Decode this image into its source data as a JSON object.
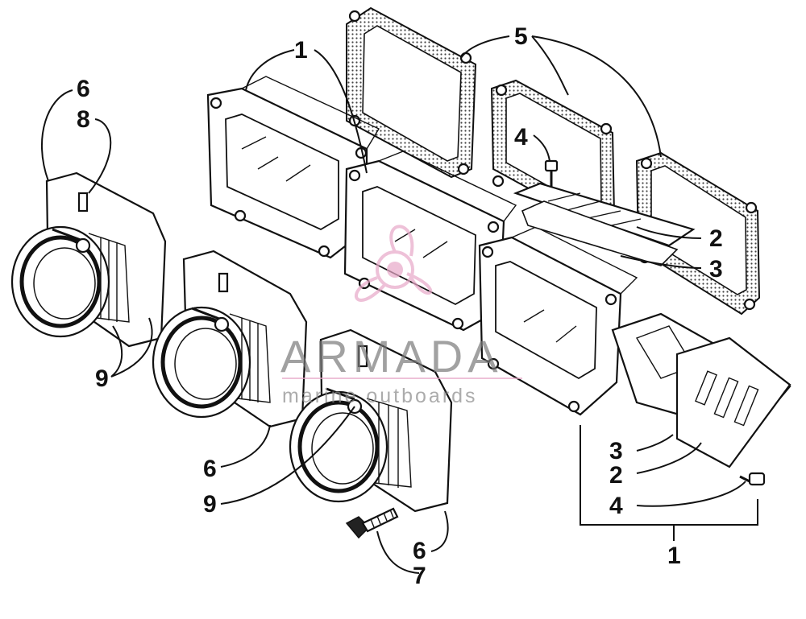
{
  "watermark": {
    "brand": "ARMADA",
    "tagline": "marine outboards",
    "accent_color": "#e8a8c8"
  },
  "callouts": {
    "c1_top": "1",
    "c5": "5",
    "c6_top": "6",
    "c8": "8",
    "c4_top": "4",
    "c2_right": "2",
    "c3_right": "3",
    "c9_left": "9",
    "c6_mid": "6",
    "c9_mid": "9",
    "c3_low": "3",
    "c2_low": "2",
    "c4_low": "4",
    "c1_bottom": "1",
    "c6_bottom": "6",
    "c7": "7"
  }
}
